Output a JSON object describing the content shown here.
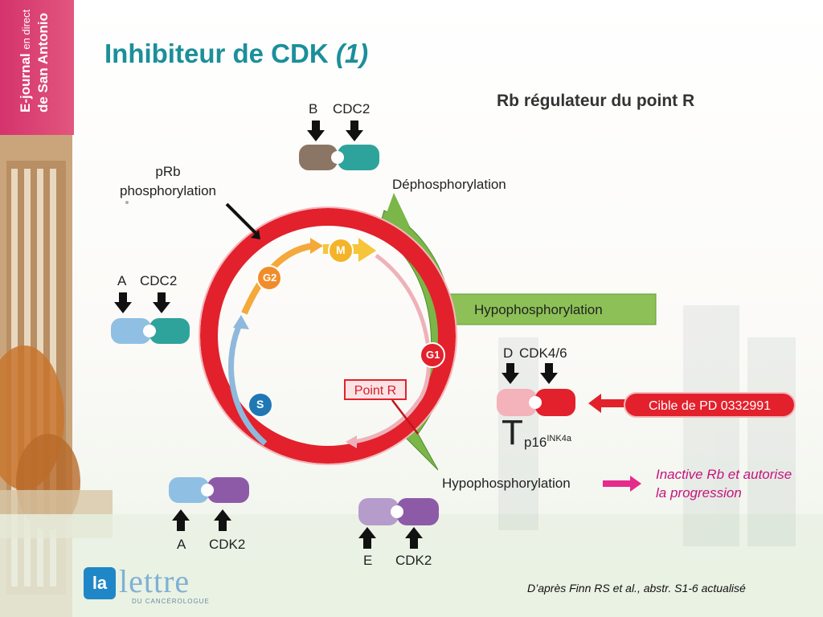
{
  "sidebar": {
    "journal_bold": "E-journal",
    "journal_light": "en direct",
    "city": "de San Antonio"
  },
  "header": {
    "title": "Inhibiteur de CDK",
    "title_suffix": "(1)",
    "subtitle": "Rb régulateur du point R"
  },
  "diagram": {
    "prb_line1": "pRb",
    "prb_line2": "phosphorylation",
    "dephosphorylation": "Déphosphorylation",
    "hypophos_1": "Hypophosphorylation",
    "hypophos_2": "Hypophosphorylation",
    "point_r": "Point R",
    "phases": {
      "g2": "G2",
      "m": "M",
      "g1": "G1",
      "s": "S"
    },
    "complex_b": {
      "cyclin": "B",
      "kinase": "CDC2"
    },
    "complex_a_top": {
      "cyclin": "A",
      "kinase": "CDC2"
    },
    "complex_d": {
      "cyclin": "D",
      "kinase": "CDK4/6"
    },
    "complex_a_bottom": {
      "cyclin": "A",
      "kinase": "CDK2"
    },
    "complex_e": {
      "cyclin": "E",
      "kinase": "CDK2"
    },
    "inhibitor_symbol": "T",
    "inhibitor_name": "p16",
    "inhibitor_sup": "INK4a",
    "cible": "Cible de PD 0332991",
    "inactive_line1": "Inactive Rb et autorise",
    "inactive_line2": "la progression"
  },
  "footer": {
    "reference": "D’après Finn RS et al., abstr. S1-6 actualisé",
    "logo_word": "lettre",
    "logo_mark": "la",
    "logo_sub": "DU CANCÉROLOGUE"
  },
  "colors": {
    "title": "#1b8f9a",
    "outer_ring": "#e2212c",
    "green_arrow": "#7ab648",
    "g2_arrow": "#f4a93a",
    "m_arrow": "#f6c53a",
    "g1_arrow": "#eeb1ba",
    "s_arrow": "#8fb9dc",
    "magenta": "#c4157d"
  }
}
